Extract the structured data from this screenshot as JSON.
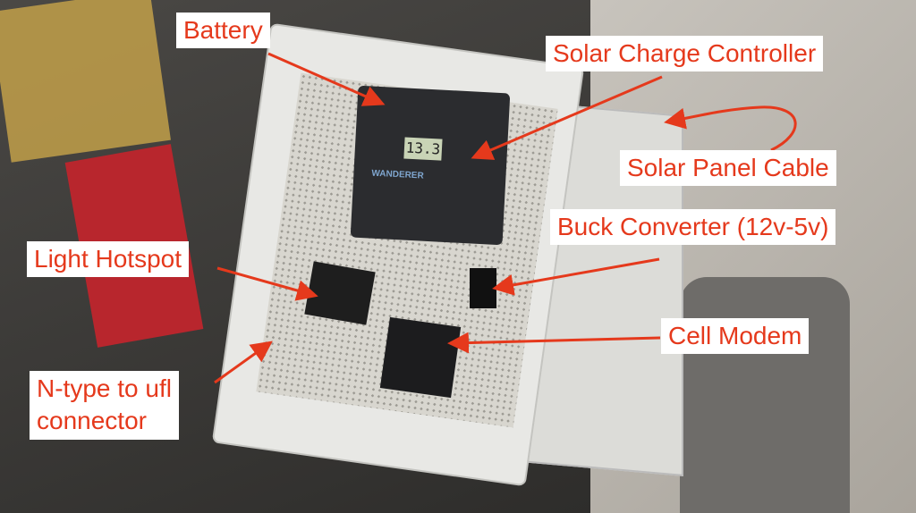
{
  "photo": {
    "controller_display": "13.3",
    "controller_brand": "WANDERER",
    "colors": {
      "label_text": "#e5391c",
      "label_bg": "#ffffff",
      "arrow": "#e5391c",
      "enclosure": "#e6e6e3",
      "bench": "#3a3937",
      "floor": "#b9b5ae"
    }
  },
  "labels": {
    "battery": "Battery",
    "solar_charge_controller": "Solar Charge Controller",
    "solar_panel_cable": "Solar Panel Cable",
    "buck_converter": "Buck Converter (12v-5v)",
    "light_hotspot": "Light Hotspot",
    "cell_modem": "Cell Modem",
    "ntype_line1": "N-type to ufl",
    "ntype_line2": "connector"
  }
}
